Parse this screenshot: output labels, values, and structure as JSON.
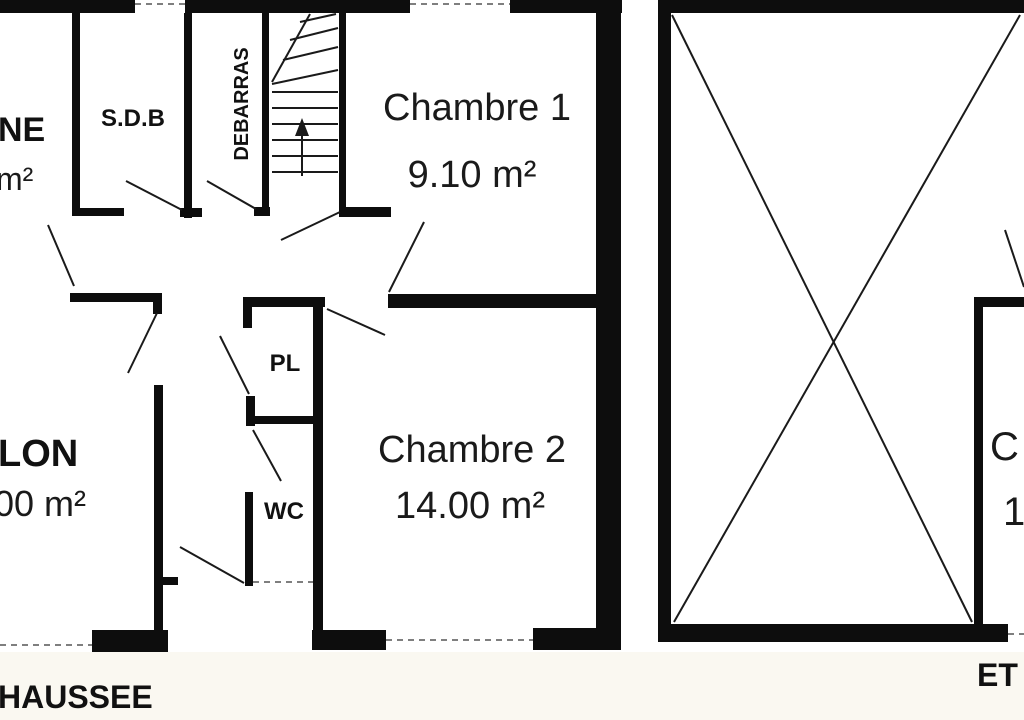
{
  "colors": {
    "background": "#ffffff",
    "wall": "#0d0d0d",
    "line": "#1a1a1a",
    "footer_band": "#faf8f1"
  },
  "rooms": {
    "cuisine": {
      "name_fragment": "NE",
      "area_fragment": "m²"
    },
    "sdb": {
      "name": "S.D.B"
    },
    "debarras": {
      "name": "DEBARRAS"
    },
    "chambre1": {
      "name": "Chambre 1",
      "area": "9.10 m²"
    },
    "chambre2": {
      "name": "Chambre 2",
      "area": "14.00 m²"
    },
    "pl": {
      "name": "PL"
    },
    "wc": {
      "name": "WC"
    },
    "salon": {
      "name_fragment": "LON",
      "area_fragment": "00 m²"
    },
    "right_room": {
      "name_fragment": "C",
      "area_fragment": "1"
    }
  },
  "floors": {
    "left": "HAUSSEE",
    "right": "ET"
  }
}
